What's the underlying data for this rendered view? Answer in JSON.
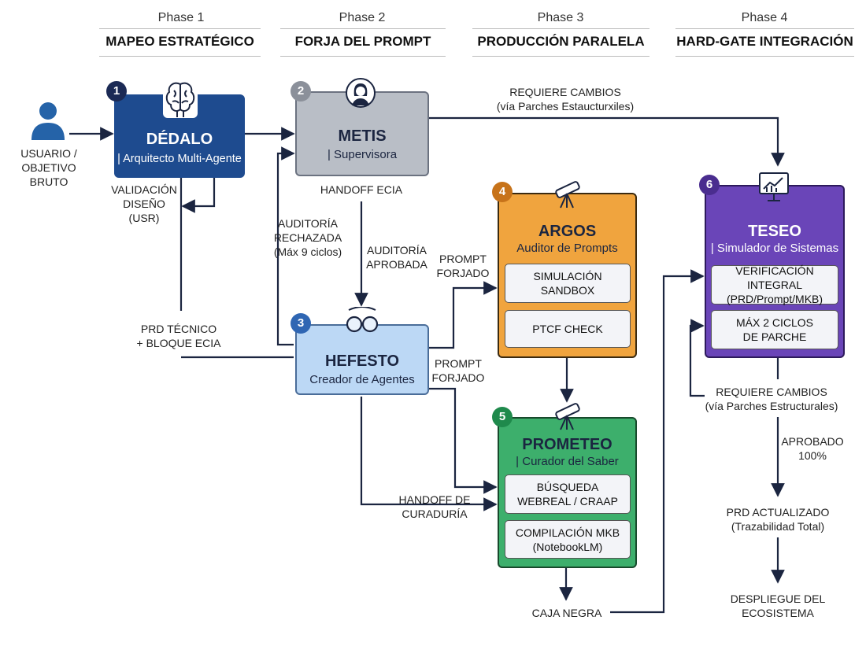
{
  "phases": [
    {
      "label": "Phase 1",
      "title": "MAPEO ESTRATÉGICO"
    },
    {
      "label": "Phase 2",
      "title": "FORJA DEL PROMPT"
    },
    {
      "label": "Phase 3",
      "title": "PRODUCCIÓN PARALELA"
    },
    {
      "label": "Phase 4",
      "title": "HARD-GATE INTEGRACIÓN"
    }
  ],
  "user": {
    "label_1": "USUARIO /",
    "label_2": "OBJETIVO",
    "label_3": "BRUTO",
    "icon": "user-icon"
  },
  "nodes": {
    "dedalo": {
      "num": "1",
      "title": "DÉDALO",
      "subtitle": "| Arquitecto Multi-Agente",
      "icon": "brain-icon",
      "color": "#1e4b8f"
    },
    "metis": {
      "num": "2",
      "title": "METIS",
      "subtitle": "| Supervisora",
      "icon": "woman-icon",
      "color": "#b9bec6"
    },
    "hefesto": {
      "num": "3",
      "title": "HEFESTO",
      "subtitle": "Creador de Agentes",
      "icon": "glasses-icon",
      "color": "#bcd8f5"
    },
    "argos": {
      "num": "4",
      "title": "ARGOS",
      "subtitle": "Auditor de Prompts",
      "icon": "telescope-icon",
      "color": "#f0a43e",
      "inner": [
        "SIMULACIÓN\nSANDBOX",
        "PTCF CHECK"
      ]
    },
    "prometeo": {
      "num": "5",
      "title": "PROMETEO",
      "subtitle": "| Curador del Saber",
      "icon": "telescope-icon",
      "color": "#3daf6c",
      "inner": [
        "BÚSQUEDA\nWEBREAL / CRAAP",
        "COMPILACIÓN MKB\n(NotebookLM)"
      ]
    },
    "teseo": {
      "num": "6",
      "title": "TESEO",
      "subtitle": "| Simulador de Sistemas",
      "icon": "monitor-chart-icon",
      "color": "#6a45b8",
      "inner": [
        "VERIFICACIÓN INTEGRAL\n(PRD/Prompt/MKB)",
        "MÁX 2 CICLOS\nDE PARCHE"
      ]
    }
  },
  "labels": {
    "validacion": "VALIDACIÓN\nDISEÑO\n(USR)",
    "handoff_ecia": "HANDOFF ECIA",
    "auditoria_rechazada": "AUDITORÍA\nRECHAZADA\n(Máx 9 ciclos)",
    "auditoria_aprobada": "AUDITORÍA\nAPROBADA",
    "prd_tecnico": "PRD TÉCNICO\n+ BLOQUE ECIA",
    "prompt_forjado_1": "PROMPT\nFORJADO",
    "prompt_forjado_2": "PROMPT\nFORJADO",
    "handoff_curaduria": "HANDOFF DE\nCURADURÍA",
    "caja_negra": "CAJA NEGRA",
    "requiere_top": "REQUIERE CAMBIOS\n(vía Parches Estaucturxiles)",
    "requiere_bottom": "REQUIERE CAMBIOS\n(vía Parches Estructurales)",
    "aprobado": "APROBADO\n100%",
    "prd_actualizado": "PRD ACTUALIZADO\n(Trazabilidad Total)",
    "despliegue": "DESPLIEGUE DEL\nECOSISTEMA"
  },
  "colors": {
    "line": "#1b2540",
    "badge_dark": "#1b2a55"
  }
}
